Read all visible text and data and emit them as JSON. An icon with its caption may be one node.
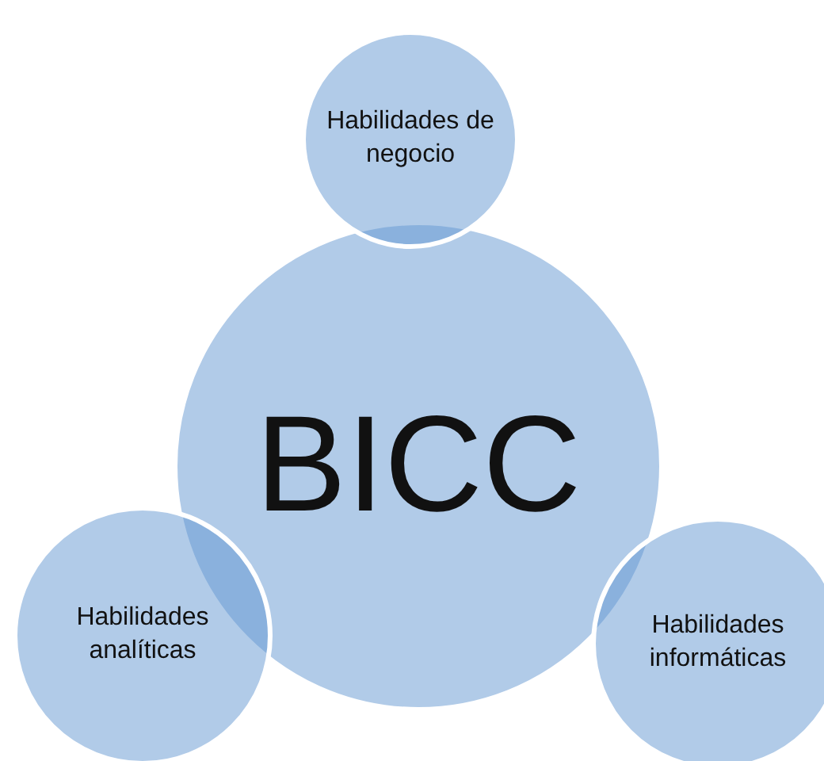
{
  "diagram": {
    "nodes": [
      {
        "text": [
          "BICC"
        ]
      },
      {
        "text": [
          "Habilidades de negocio"
        ]
      },
      {
        "text": [
          "Habilidades analíticas"
        ]
      },
      {
        "text": [
          "Habilidades informáticas"
        ]
      }
    ]
  }
}
